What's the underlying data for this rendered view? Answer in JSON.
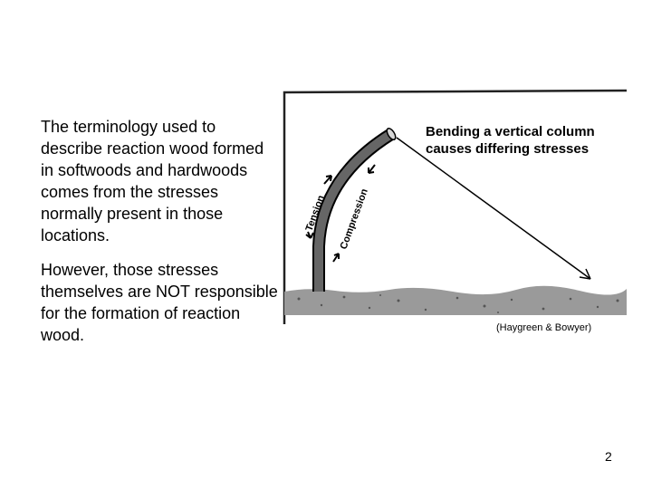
{
  "slide": {
    "paragraphs": [
      "The terminology used to describe reaction wood formed in softwoods and hardwoods comes from the stresses normally present in those locations.",
      "However, those stresses themselves are NOT responsible for the formation of reaction wood."
    ],
    "page_number": "2"
  },
  "figure": {
    "title_line_1": "Bending a vertical column",
    "title_line_2": "causes differing stresses",
    "label_tension": "Tension",
    "label_compression": "Compression",
    "caption": "(Haygreen & Bowyer)"
  }
}
